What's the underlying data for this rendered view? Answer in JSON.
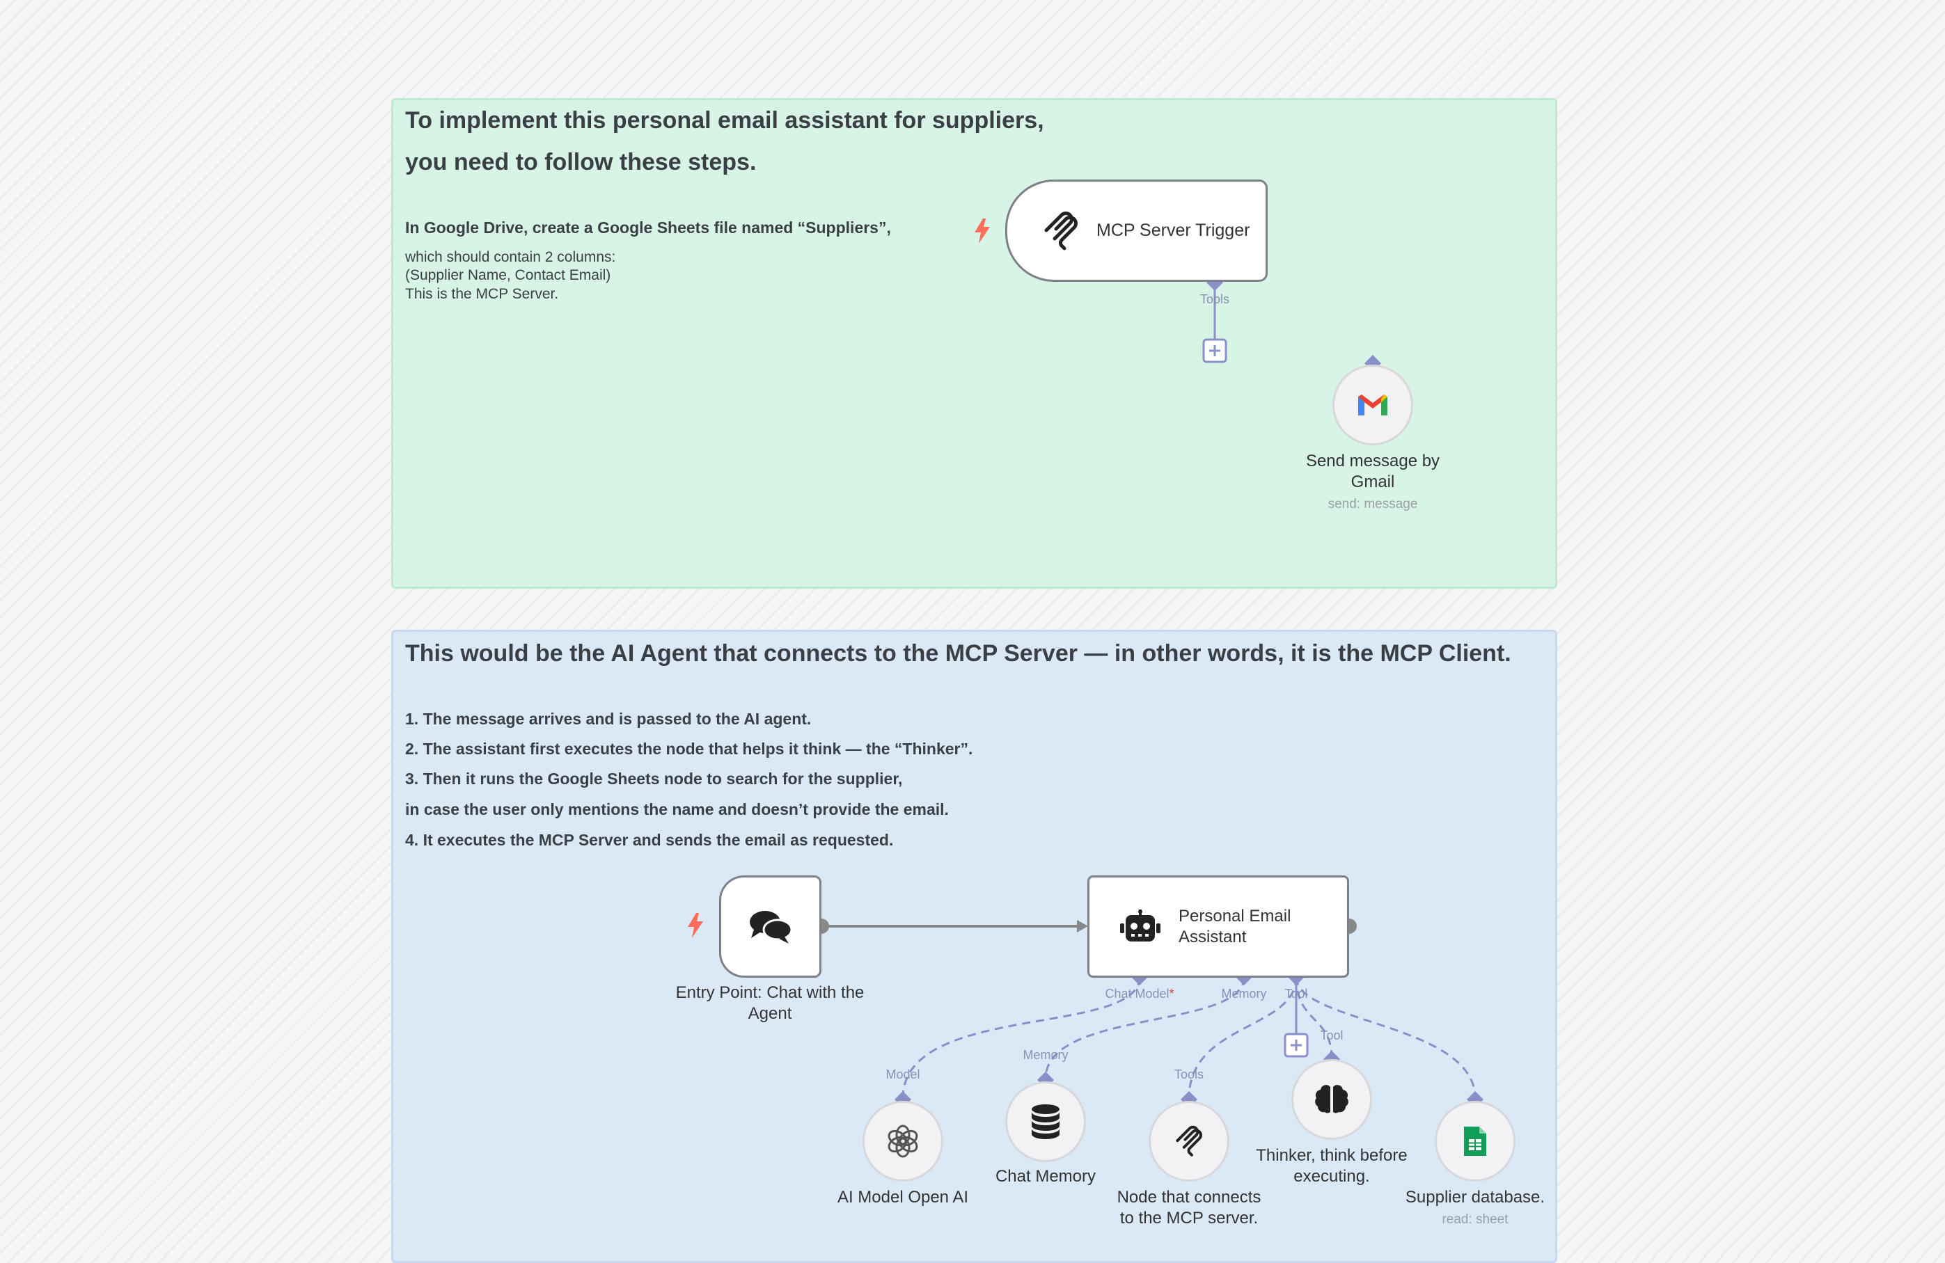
{
  "server_note": {
    "title_line1": "To implement this personal email assistant for suppliers,",
    "title_line2": "you need to follow these steps.",
    "step": "In Google Drive, create a Google Sheets file named “Suppliers”,",
    "detail_line1": "which should contain 2 columns:",
    "detail_line2": "(Supplier Name, Contact Email)",
    "detail_line3": "This is the MCP Server."
  },
  "client_note": {
    "title": "This would be the AI Agent that connects to the MCP Server — in other words, it is the MCP Client.",
    "steps": [
      "1. The message arrives and is passed to the AI agent.",
      "2. The assistant first executes the node that helps it think — the “Thinker”.",
      "3. Then it runs the Google Sheets node to search for the supplier,",
      "in case the user only mentions the name and doesn’t provide the email.",
      "4. It executes the MCP Server and sends the email as requested."
    ]
  },
  "nodes": {
    "mcp_trigger": {
      "label": "MCP Server Trigger",
      "port": "Tools",
      "icon": "mcp-icon"
    },
    "gmail": {
      "label_line1": "Send message by",
      "label_line2": "Gmail",
      "subtitle": "send: message",
      "icon": "gmail-icon"
    },
    "chat_trigger": {
      "label_line1": "Entry Point: Chat with the",
      "label_line2": "Agent",
      "icon": "chat-icon"
    },
    "agent": {
      "label_line1": "Personal Email",
      "label_line2": "Assistant",
      "icon": "robot-icon",
      "ports": {
        "chat_model": "Chat Model",
        "required_mark": "*",
        "memory": "Memory",
        "tool": "Tool"
      }
    },
    "openai": {
      "label": "AI Model Open AI",
      "port": "Model",
      "icon": "openai-icon"
    },
    "memory": {
      "label": "Chat Memory",
      "port": "Memory",
      "icon": "database-icon"
    },
    "mcp_client": {
      "label_line1": "Node that connects",
      "label_line2": "to the MCP server.",
      "port": "Tools",
      "icon": "mcp-icon"
    },
    "thinker": {
      "label_line1": "Thinker, think before",
      "label_line2": "executing.",
      "port": "Tool",
      "icon": "brain-icon"
    },
    "sheets": {
      "label": "Supplier database.",
      "subtitle": "read: sheet",
      "icon": "google-sheets-icon"
    }
  },
  "colors": {
    "green_note": "#d7f4e6",
    "blue_note": "#dbe9f7",
    "port_diamond": "#8b8fc7",
    "trigger_bolt": "#ff6d5a",
    "wire": "#888888"
  }
}
